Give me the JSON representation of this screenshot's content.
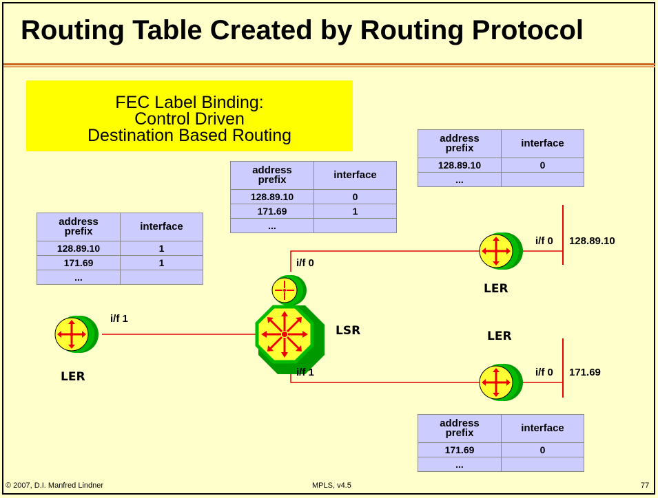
{
  "title": "Routing Table Created by Routing Protocol",
  "fec_box": {
    "lines": [
      "FEC Label Binding:",
      "Control Driven",
      "Destination Based Routing"
    ]
  },
  "table_header": {
    "col1": "address prefix",
    "col1_line1": "address",
    "col1_line2": "prefix",
    "col2": "interface"
  },
  "tables": {
    "left": {
      "rows": [
        {
          "prefix": "128.89.10",
          "iface": "1"
        },
        {
          "prefix": "171.69",
          "iface": "1"
        },
        {
          "prefix": "...",
          "iface": ""
        }
      ]
    },
    "center": {
      "rows": [
        {
          "prefix": "128.89.10",
          "iface": "0"
        },
        {
          "prefix": "171.69",
          "iface": "1"
        },
        {
          "prefix": "...",
          "iface": ""
        }
      ]
    },
    "top_right": {
      "rows": [
        {
          "prefix": "128.89.10",
          "iface": "0"
        },
        {
          "prefix": "...",
          "iface": ""
        }
      ]
    },
    "bottom_right": {
      "rows": [
        {
          "prefix": "171.69",
          "iface": "0"
        },
        {
          "prefix": "...",
          "iface": ""
        }
      ]
    }
  },
  "nodes": {
    "ler_left": "LER",
    "lsr": "LSR",
    "ler_top_right": "LER",
    "ler_bottom_right": "LER"
  },
  "links": {
    "left_if": "i/f 1",
    "lsr_if0": "i/f 0",
    "lsr_if1": "i/f 1",
    "top_right_if": "i/f 0",
    "bottom_right_if": "i/f 0"
  },
  "networks": {
    "top": "128.89.10",
    "bottom": "171.69"
  },
  "colors": {
    "background": "#ffffcc",
    "title_rule": "#c8641e",
    "highlight": "#ffff00",
    "table_fill": "#ccccff",
    "link": "#e00000",
    "router_green": "#00bb00",
    "router_yellow": "#ffff33",
    "arrow_red": "#ee0000"
  },
  "footer": {
    "copyright": "© 2007, D.I. Manfred Lindner",
    "course": "MPLS, v4.5",
    "page": "77"
  }
}
